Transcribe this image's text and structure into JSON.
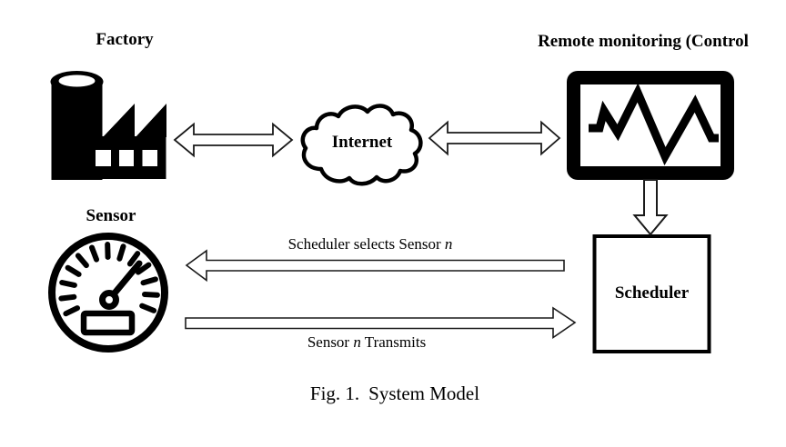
{
  "nodes": {
    "factory": {
      "label": "Factory"
    },
    "internet": {
      "label": "Internet"
    },
    "remote": {
      "label": "Remote monitoring (Control"
    },
    "sensor": {
      "label": "Sensor"
    },
    "scheduler": {
      "label": "Scheduler"
    }
  },
  "edges": {
    "select": {
      "prefix": "Scheduler selects Sensor ",
      "variable": "n"
    },
    "transmit": {
      "prefix": "Sensor ",
      "variable": "n",
      "suffix": " Transmits"
    }
  },
  "caption": {
    "fig": "Fig. 1.",
    "text": "System Model"
  },
  "icons": {
    "factory": "factory-building-icon",
    "internet": "cloud-icon",
    "remote": "line-chart-monitor-icon",
    "sensor": "gauge-icon"
  },
  "colors": {
    "ink": "#000000",
    "background": "#ffffff",
    "arrow_outline": "#1a1a1a"
  }
}
